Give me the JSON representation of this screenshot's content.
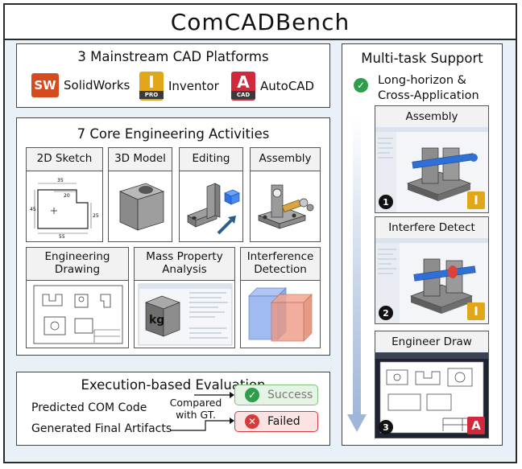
{
  "title": "ComCADBench",
  "platforms": {
    "header": "3 Mainstream CAD Platforms",
    "items": [
      {
        "name": "SolidWorks",
        "logo_text": "SW",
        "color": "#d64a1e"
      },
      {
        "name": "Inventor",
        "logo_text": "I",
        "logo_sub": "PRO",
        "color": "#e2a619"
      },
      {
        "name": "AutoCAD",
        "logo_text": "A",
        "logo_sub": "CAD",
        "color": "#d0283c"
      }
    ]
  },
  "activities": {
    "header": "7 Core Engineering Activities",
    "items": [
      {
        "label": "2D Sketch"
      },
      {
        "label": "3D Model"
      },
      {
        "label": "Editing"
      },
      {
        "label": "Assembly"
      },
      {
        "label": "Engineering Drawing"
      },
      {
        "label": "Mass Property Analysis"
      },
      {
        "label": "Interference Detection"
      }
    ],
    "sketch_dims": [
      "35",
      "20",
      "45",
      "25",
      "55"
    ],
    "mass_label": "kg"
  },
  "evaluation": {
    "header": "Execution-based Evaluation",
    "inputs": [
      "Predicted COM Code",
      "Generated Final Artifacts"
    ],
    "compare_label": "Compared with GT.",
    "success": "Success",
    "failed": "Failed",
    "success_color": "#2e9e4a",
    "failed_color": "#d63a3a"
  },
  "multitask": {
    "header": "Multi-task Support",
    "subtitle": "Long-horizon & Cross-Application",
    "steps": [
      {
        "num": "1",
        "label": "Assembly",
        "app": "Inventor"
      },
      {
        "num": "2",
        "label": "Interfere Detect",
        "app": "Inventor"
      },
      {
        "num": "3",
        "label": "Engineer Draw",
        "app": "AutoCAD"
      }
    ]
  }
}
